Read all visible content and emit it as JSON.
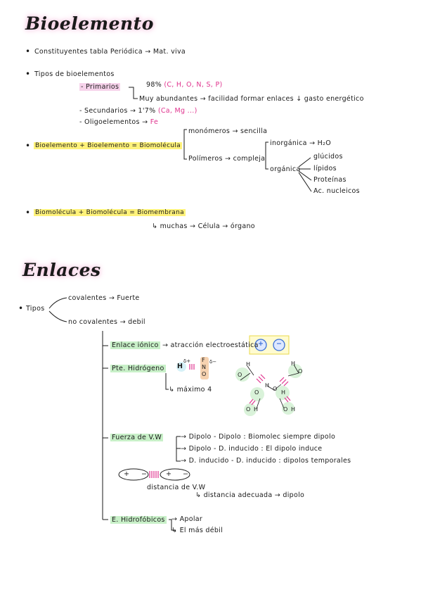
{
  "bioelementos": {
    "title": "Bioelemento",
    "constituyentes": "Constituyentes tabla Periódica → Mat. viva",
    "tipos": "Tipos de bioelementos",
    "primarios": "- Primarios",
    "primarios_pct": "98%",
    "primarios_list": "(C, H, O, N, S, P)",
    "primarios_desc": "Muy abundantes → facilidad formar enlaces ↓ gasto energético",
    "secundarios": "- Secundarios → 1'7%",
    "secundarios_list": "(Ca, Mg ...)",
    "oligoelementos": "- Oligoelementos →",
    "oligo_fe": "Fe",
    "biomolecula_eq": "Bioelemento + Bioelemento = Biomolécula",
    "monomeros": "monómeros → sencilla",
    "polimeros": "Polímeros → compleja",
    "inorganica": "inorgánica → H₂O",
    "organica": "orgánica",
    "glucidos": "glúcidos",
    "lipidos": "lípidos",
    "proteinas": "Proteínas",
    "nucleicos": "Ac. nucleicos",
    "biomembrana_eq": "Biomolécula + Biomolécula = Biomembrana",
    "muchos": "↳ muchas → Célula → órgano"
  },
  "enlaces": {
    "title": "Enlaces",
    "tipos": "Tipos",
    "covalentes": "covalentes → Fuerte",
    "no_covalentes": "no covalentes → debil",
    "ionico": "Enlace iónico",
    "ionico_desc": "→ atracción electroestática",
    "ion_plus": "+",
    "ion_minus": "−",
    "hidrogeno": "Pte. Hidrógeno",
    "h_atom": "H",
    "h_charge": "δ+",
    "f_atom": "F",
    "n_atom": "N",
    "o_atom": "O",
    "neg_charge": "δ−",
    "maximo": "↳ máximo 4",
    "water_h": "H",
    "water_o": "O",
    "vdw": "Fuerza de V.W",
    "vdw_1": "→ Dipolo - Dipolo : Biomolec siempre dipolo",
    "vdw_2": "→ Dipolo - D. inducido : El dipolo induce",
    "vdw_3": "→ D. inducido - D. inducido : dipolos temporales",
    "dipole_plus": "+",
    "dipole_minus": "−",
    "distancia": "distancia de V.W",
    "distancia_2": "↳ distancia adecuada → dipolo",
    "hidrofobicos": "E. Hidrofóbicos",
    "apolar": "→ Apolar",
    "debil": "↳ El más débil"
  },
  "colors": {
    "pink": "#e0338e",
    "yellow_highlight": "#fff27a",
    "green_highlight": "#c8f0c8",
    "title_glow": "#f6c7e0",
    "ion_blue": "#3a6fd8"
  }
}
